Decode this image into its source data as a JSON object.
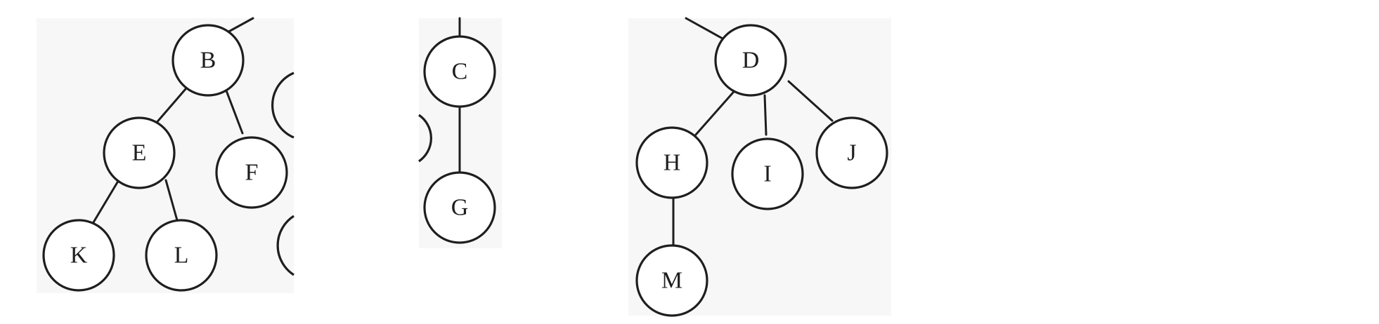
{
  "diagram": {
    "type": "tree-fragments",
    "panels": [
      {
        "id": "panel-b",
        "nodes": [
          "B",
          "E",
          "F",
          "K",
          "L"
        ],
        "edges": [
          [
            "B",
            "E"
          ],
          [
            "B",
            "F"
          ],
          [
            "E",
            "K"
          ],
          [
            "E",
            "L"
          ]
        ]
      },
      {
        "id": "panel-c",
        "nodes": [
          "C",
          "G"
        ],
        "edges": [
          [
            "C",
            "G"
          ]
        ]
      },
      {
        "id": "panel-d",
        "nodes": [
          "D",
          "H",
          "I",
          "J",
          "M"
        ],
        "edges": [
          [
            "D",
            "H"
          ],
          [
            "D",
            "I"
          ],
          [
            "D",
            "J"
          ],
          [
            "H",
            "M"
          ]
        ]
      }
    ]
  }
}
